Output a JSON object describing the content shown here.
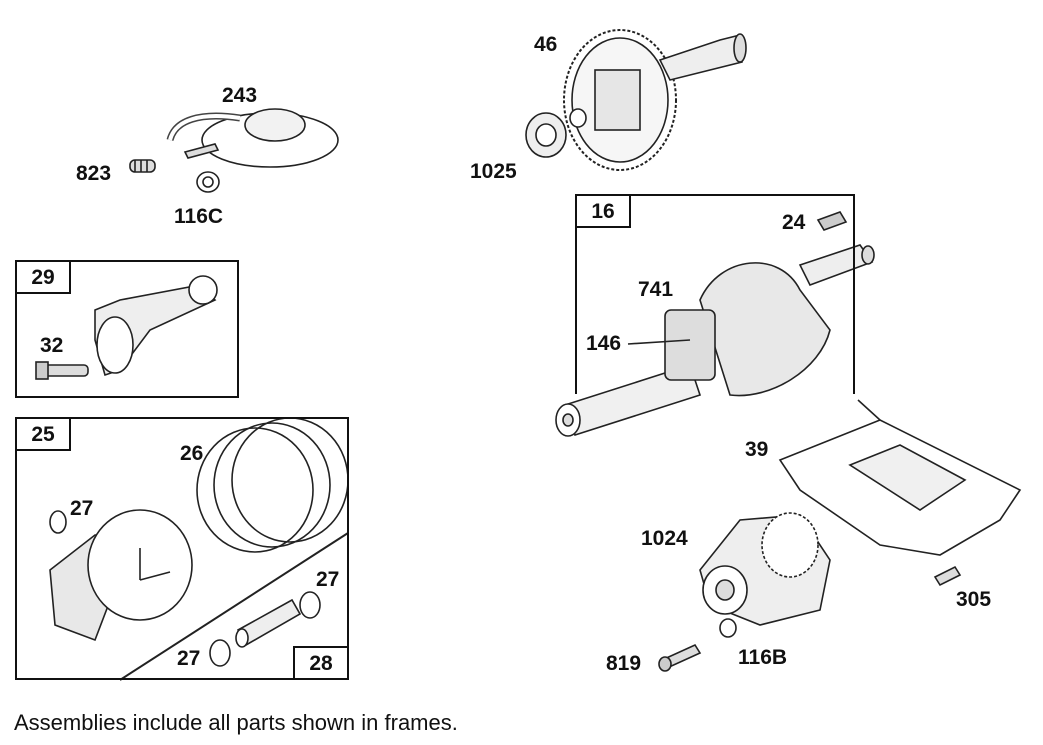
{
  "frames": {
    "f29": "29",
    "f25": "25",
    "f28": "28",
    "f16": "16"
  },
  "labels": {
    "p243": "243",
    "p823": "823",
    "p116c": "116C",
    "p46": "46",
    "p1025": "1025",
    "p32": "32",
    "p26": "26",
    "p27a": "27",
    "p27b": "27",
    "p27c": "27",
    "p24": "24",
    "p741": "741",
    "p146": "146",
    "p39": "39",
    "p1024": "1024",
    "p305": "305",
    "p819": "819",
    "p116b": "116B"
  },
  "footer": "Assemblies include all parts shown in frames."
}
